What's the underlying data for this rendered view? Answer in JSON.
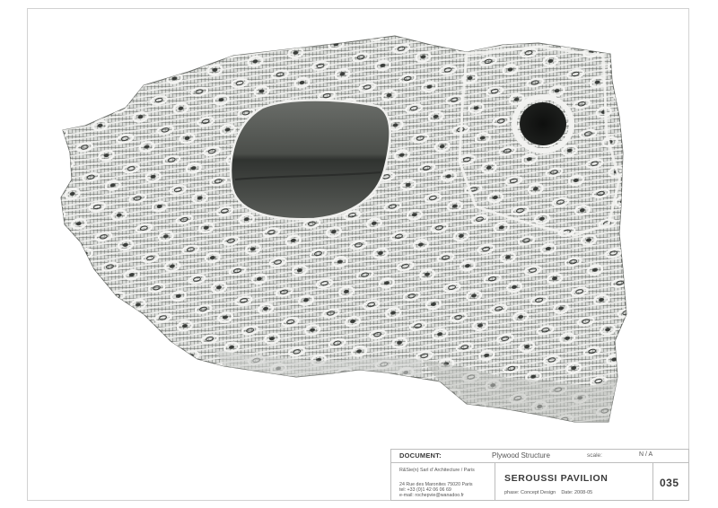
{
  "title_block": {
    "document_label": "DOCUMENT:",
    "document_value": "Plywood Structure",
    "scale_label": "scale:",
    "scale_value": "N / A",
    "office_name": "R&Sie(n) Sarl d' Architecture / Paris",
    "address": "24 Rue des Maronites 75020 Paris",
    "tel": "tel: +33 (0)1 42 06 06 69",
    "email": "e-mail: rochepvie@wanadoo.fr",
    "project_title": "SEROUSSI PAVILION",
    "phase_label": "phase:",
    "phase_value": "Concept Design",
    "date_label": "Date:",
    "date_value": "2008-05",
    "sheet_number": "035"
  },
  "colors": {
    "mesh_fill": "#d6d8d5",
    "mesh_line": "#474a47",
    "void_fill": "#4a4d49",
    "border": "#bdbdbd"
  }
}
